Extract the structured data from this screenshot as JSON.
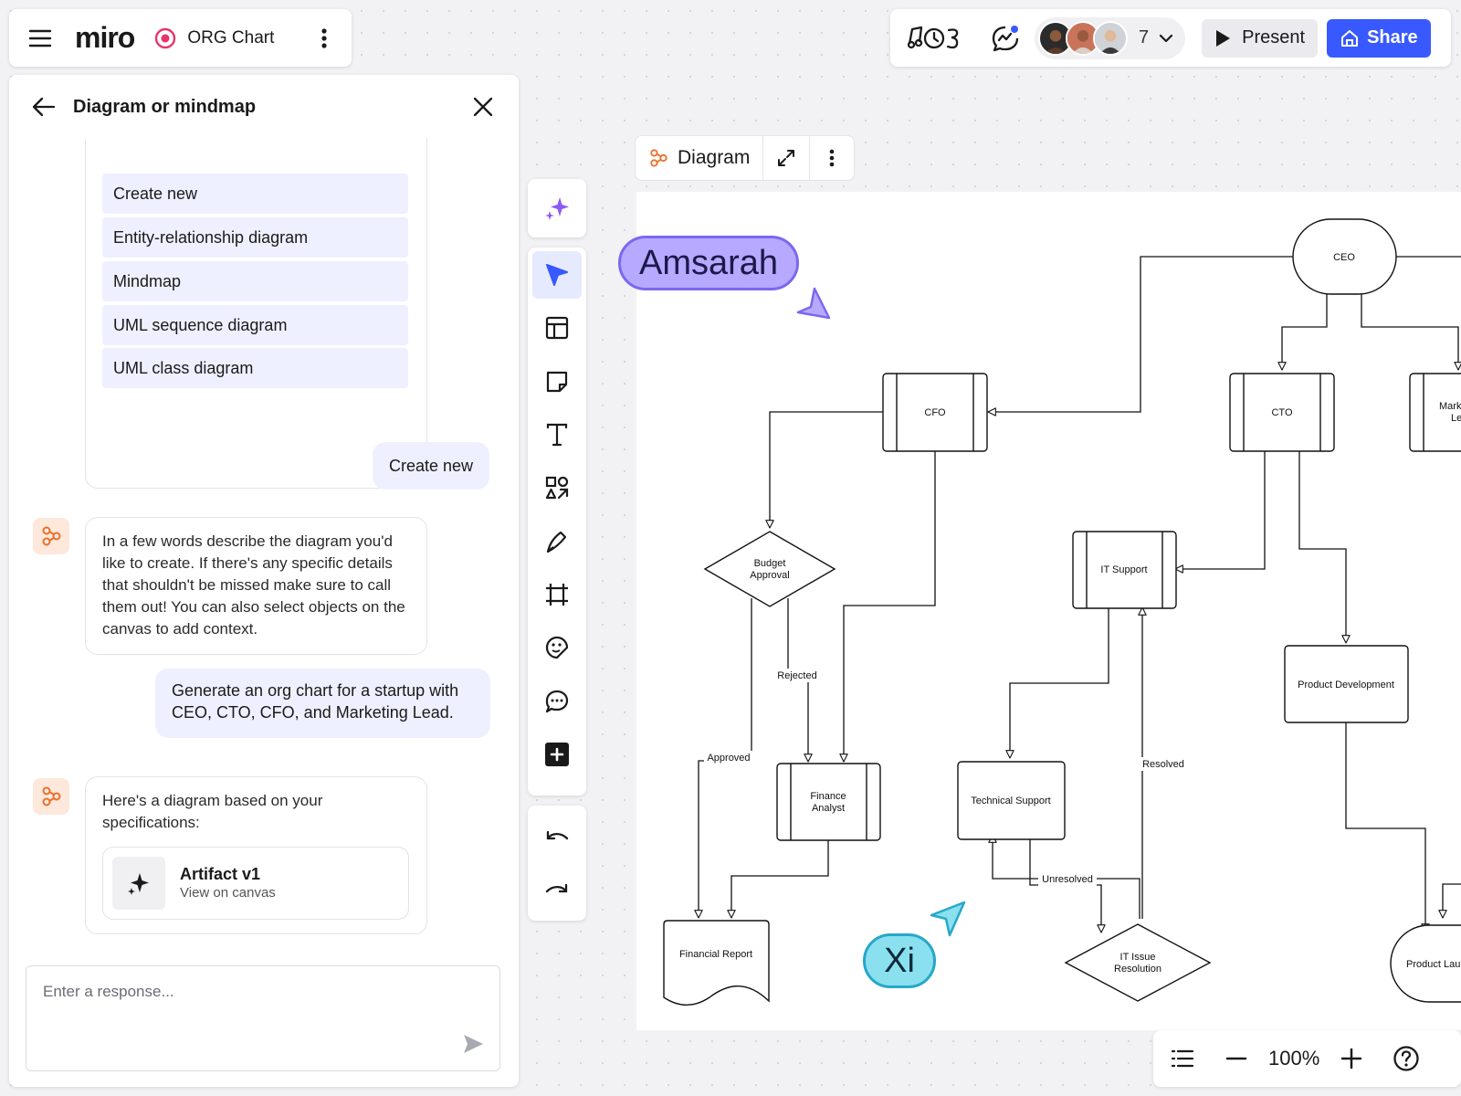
{
  "app": {
    "logo": "miro",
    "board_name": "ORG Chart",
    "collaborator_count": "7",
    "present_label": "Present",
    "share_label": "Share",
    "accent_color": "#3859ff"
  },
  "panel": {
    "title": "Diagram or mindmap",
    "context_text": "context.",
    "options": [
      "Create new",
      "Entity-relationship diagram",
      "Mindmap",
      "UML sequence diagram",
      "UML class diagram"
    ],
    "user_reply_1": "Create new",
    "bot_prompt": "In a few words describe the diagram you'd like to create. If there's any specific details that shouldn't be missed make sure to call them out! You can also select objects on the canvas to add context.",
    "user_reply_2": "Generate an org chart for a startup with CEO, CTO, CFO, and Marketing Lead.",
    "bot_result": "Here's a diagram based on your specifications:",
    "artifact_title": "Artifact v1",
    "artifact_sub": "View on canvas",
    "response_placeholder": "Enter a response..."
  },
  "frame": {
    "label": "Diagram"
  },
  "diagram": {
    "nodes": {
      "ceo": "CEO",
      "cfo": "CFO",
      "cto": "CTO",
      "marketing_line1": "Mark",
      "marketing_line2": "Le",
      "budget_line1": "Budget",
      "budget_line2": "Approval",
      "it_support": "IT Support",
      "product_dev": "Product Development",
      "finance_line1": "Finance",
      "finance_line2": "Analyst",
      "technical_support": "Technical Support",
      "financial_report": "Financial Report",
      "it_issue_line1": "IT Issue",
      "it_issue_line2": "Resolution",
      "product_launch": "Product Lau"
    },
    "edges": {
      "rejected": "Rejected",
      "approved": "Approved",
      "resolved": "Resolved",
      "unresolved": "Unresolved"
    }
  },
  "cursors": {
    "amsarah": "Amsarah",
    "xi": "Xi"
  },
  "zoom": {
    "level": "100%"
  }
}
